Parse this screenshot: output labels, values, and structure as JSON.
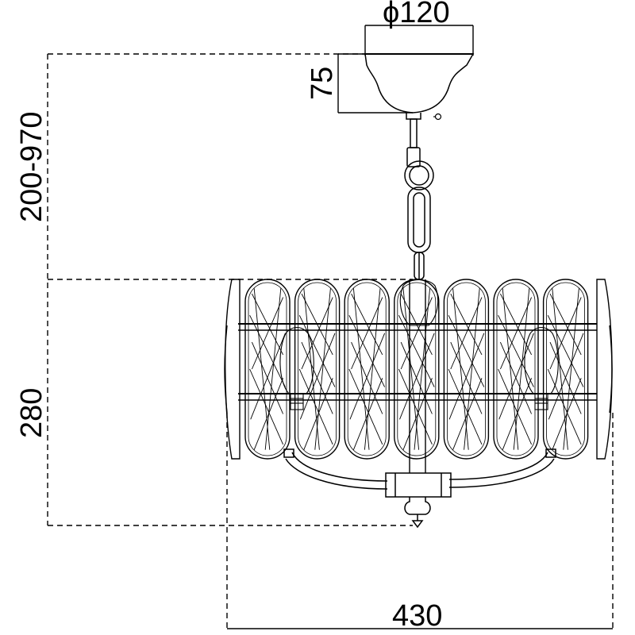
{
  "dimensions": {
    "canopy_diameter": "ϕ120",
    "canopy_height": "75",
    "suspension_length": "200-970",
    "body_height": "280",
    "body_width": "430"
  },
  "colors": {
    "line": "#000000",
    "background": "#ffffff"
  },
  "shade_panels": 7
}
